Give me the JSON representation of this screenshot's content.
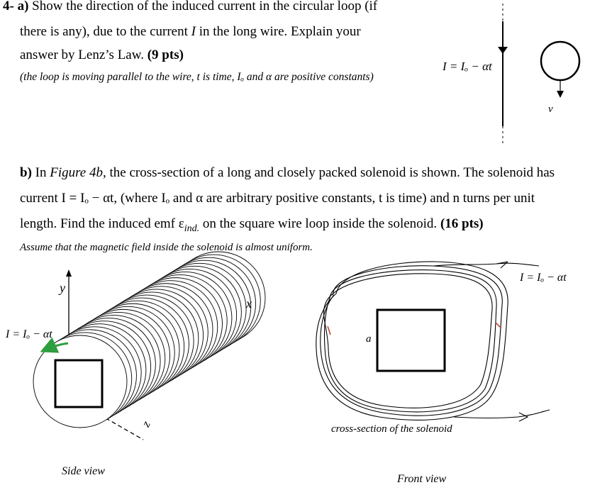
{
  "part_a": {
    "number": "4-",
    "label": "a)",
    "line1": "Show the direction of the induced current in the circular loop (if",
    "line2_pre": "there is any), due to the current ",
    "line2_var": "I",
    "line2_post": " in the long wire. Explain your",
    "line3": "answer by Lenz’s Law. ",
    "points": "(9 pts)",
    "note": "(the loop is moving parallel to the wire, t is time, Iₒ and α are positive constants)",
    "current_label": "I = Iₒ − αt",
    "velocity_label": "v⃗"
  },
  "part_b": {
    "label": "b)",
    "line1_pre": " In ",
    "line1_fig": "Figure 4b",
    "line1_post": ", the cross-section of a long and closely packed solenoid is shown. The solenoid has",
    "line2": "current I = Iₒ − αt, (where Iₒ and α are arbitrary positive constants, t is time) and n turns per unit",
    "line3_pre": "length. Find the induced emf ε",
    "line3_sub": "ind.",
    "line3_post": " on the square wire loop inside the solenoid. ",
    "points": "(16 pts)",
    "assumption": "Assume that the magnetic field inside the solenoid is almost uniform."
  },
  "figure_side": {
    "axis_y": "y",
    "axis_x": "x",
    "axis_z": "z",
    "current_label": "I = Iₒ − αt",
    "caption": "Side view"
  },
  "figure_front": {
    "side_label": "a",
    "current_label": "I = Iₒ − αt",
    "caption_inner": "cross-section of the solenoid",
    "caption": "Front view"
  },
  "colors": {
    "arrow_green": "#2e9e3e",
    "marker_red": "#c0392b"
  }
}
